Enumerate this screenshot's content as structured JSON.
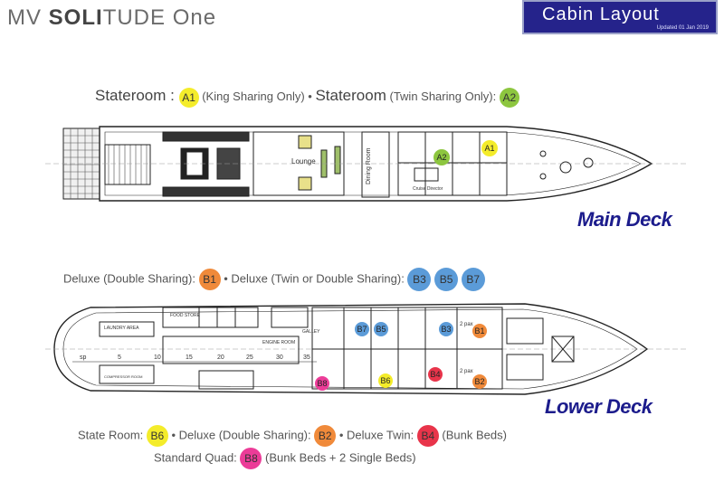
{
  "header": {
    "title_light_1": "MV ",
    "title_bold": "SOLI",
    "title_light_2": "TUDE One",
    "badge_title": "Cabin Layout",
    "badge_updated": "Updated 01 Jan 2019"
  },
  "main_legend": {
    "label_1": "Stateroom : ",
    "chip_1": "A1",
    "desc_1": " (King Sharing Only) • ",
    "label_2": "Stateroom",
    "desc_2": " (Twin Sharing Only): ",
    "chip_2": "A2"
  },
  "main_deck": {
    "label": "Main Deck",
    "room_lounge": "Lounge",
    "room_dining": "Dining Room",
    "room_cruise_director": "Cruise Director",
    "markers": [
      "A1",
      "A2"
    ]
  },
  "lower_legend": {
    "desc_1": "Deluxe (Double Sharing): ",
    "chip_b1": "B1",
    "desc_2": " • Deluxe (Twin or Double Sharing): ",
    "chip_b3": "B3",
    "chip_b5": "B5",
    "chip_b7": "B7"
  },
  "lower_deck": {
    "label": "Lower Deck",
    "room_food_store": "FOOD STORE",
    "room_laundry": "LAUNDRY AREA",
    "room_engine": "ENGINE ROOM",
    "room_galley": "GALLEY",
    "room_compressor": "COMPRESSOR ROOM",
    "frames": [
      "sp",
      "5",
      "10",
      "15",
      "20",
      "25",
      "30",
      "35"
    ],
    "markers": [
      "B7",
      "B5",
      "B3",
      "B1",
      "B8",
      "B6",
      "B4",
      "B2"
    ],
    "pax_labels": [
      "2 pax",
      "2 pax"
    ]
  },
  "bottom_legend": {
    "desc_1": "State Room: ",
    "chip_b6": "B6",
    "desc_2": " • Deluxe (Double Sharing): ",
    "chip_b2": "B2",
    "desc_3": " • Deluxe  Twin: ",
    "chip_b4": "B4",
    "desc_4": " (Bunk Beds)",
    "desc_5": "Standard Quad: ",
    "chip_b8": "B8",
    "desc_6": " (Bunk Beds + 2 Single Beds)"
  },
  "colors": {
    "yellow": "#f4ec2a",
    "green": "#8dc63f",
    "orange": "#f08a3a",
    "blue": "#5b9bd8",
    "red": "#e8344a",
    "pink": "#ec3c98",
    "navy": "#25238b"
  }
}
